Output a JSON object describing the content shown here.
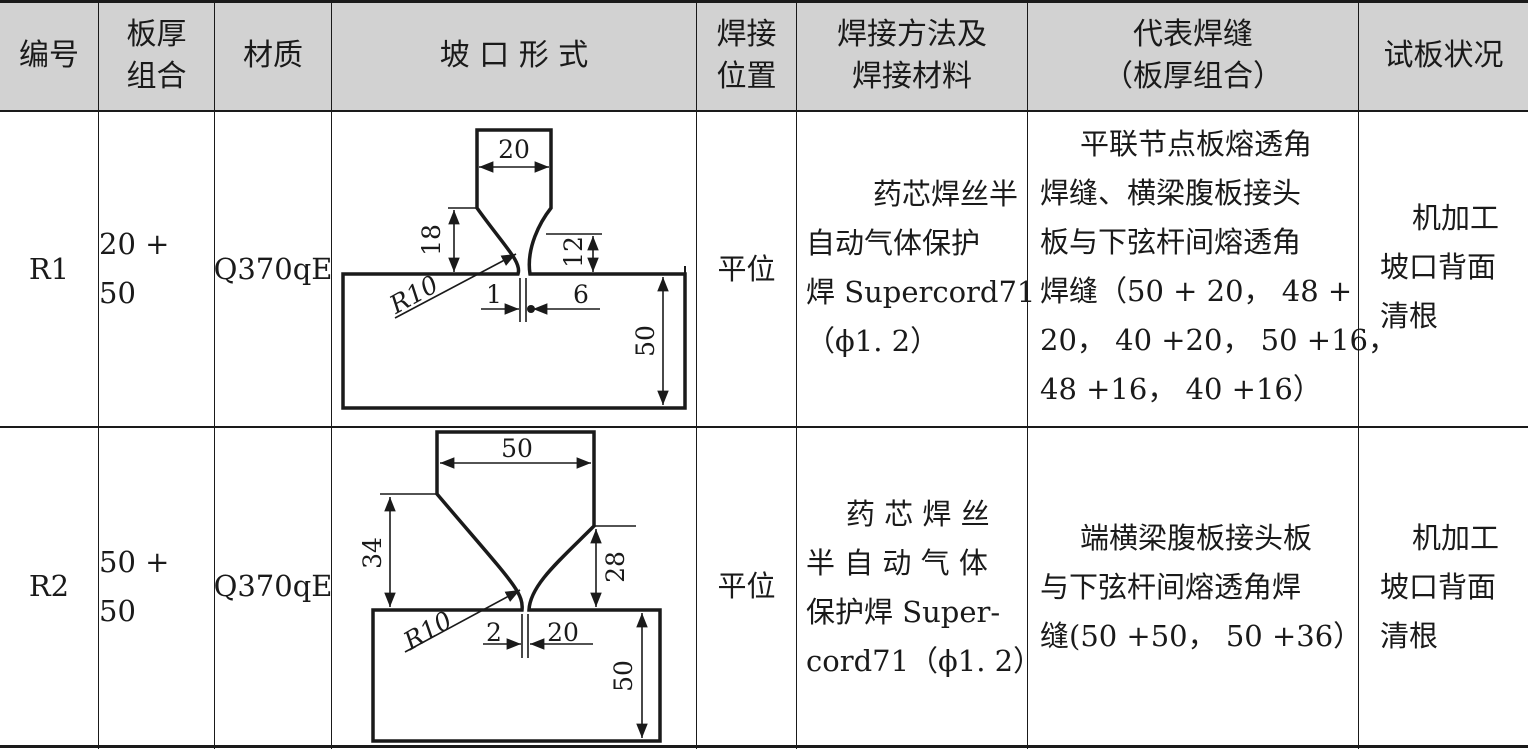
{
  "header": {
    "col_id": "编号",
    "col_thickness": [
      "板厚",
      "组合"
    ],
    "col_material": "材质",
    "col_groove": "坡 口 形 式",
    "col_position": [
      "焊接",
      "位置"
    ],
    "col_method": [
      "焊接方法及",
      "焊接材料"
    ],
    "col_weld": [
      "代表焊缝",
      "（板厚组合）"
    ],
    "col_status": "试板状况"
  },
  "rows": [
    {
      "id": "R1",
      "thickness": "20 + 50",
      "material": "Q370qE",
      "groove_dims": {
        "top_width": "20",
        "left_height": "18",
        "right_height": "12",
        "radius": "R10",
        "root_gap": "1",
        "right_offset": "6",
        "base_thickness": "50"
      },
      "position": "平位",
      "method_lines": [
        "药芯焊丝半",
        "自动气体保护",
        "焊 Supercord71",
        "（ϕ1. 2）"
      ],
      "weld_lines": [
        "平联节点板熔透角",
        "焊缝、横梁腹板接头",
        "板与下弦杆间熔透角",
        "焊缝（50 + 20， 48 +",
        "20， 40 +20， 50 +16，",
        "48 +16， 40 +16）"
      ],
      "status_lines": [
        "机加工",
        "坡口背面",
        "清根"
      ]
    },
    {
      "id": "R2",
      "thickness": "50 + 50",
      "material": "Q370qE",
      "groove_dims": {
        "top_width": "50",
        "left_height": "34",
        "right_height": "28",
        "radius": "R10",
        "root_gap": "2",
        "right_offset": "20",
        "base_thickness": "50"
      },
      "position": "平位",
      "method_lines": [
        "药 芯 焊 丝",
        "半 自 动 气 体",
        "保护焊 Super-",
        "cord71（ϕ1. 2）"
      ],
      "weld_lines": [
        "端横梁腹板接头板",
        "与下弦杆间熔透角焊",
        "缝(50 +50， 50 +36）"
      ],
      "status_lines": [
        "机加工",
        "坡口背面",
        "清根"
      ]
    }
  ]
}
